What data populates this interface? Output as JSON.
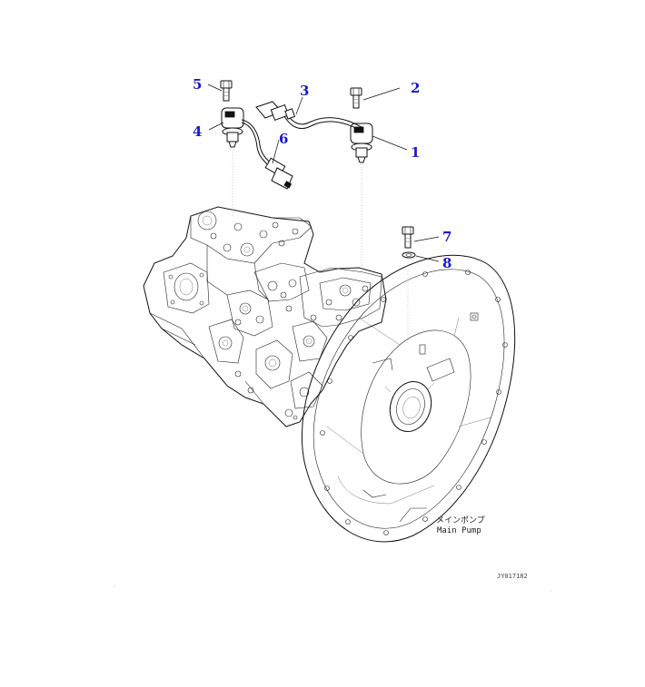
{
  "diagram": {
    "callouts": [
      {
        "id": "callout-1",
        "label": "1"
      },
      {
        "id": "callout-2",
        "label": "2"
      },
      {
        "id": "callout-3",
        "label": "3"
      },
      {
        "id": "callout-4",
        "label": "4"
      },
      {
        "id": "callout-5",
        "label": "5"
      },
      {
        "id": "callout-6",
        "label": "6"
      },
      {
        "id": "callout-7",
        "label": "7"
      },
      {
        "id": "callout-8",
        "label": "8"
      }
    ],
    "pump_label_jp": "メインポンプ",
    "pump_label_en": "Main Pump",
    "drawing_code": "JY017182",
    "colors": {
      "callout": "#1a1ac8",
      "line": "#111111",
      "background": "#ffffff"
    }
  }
}
